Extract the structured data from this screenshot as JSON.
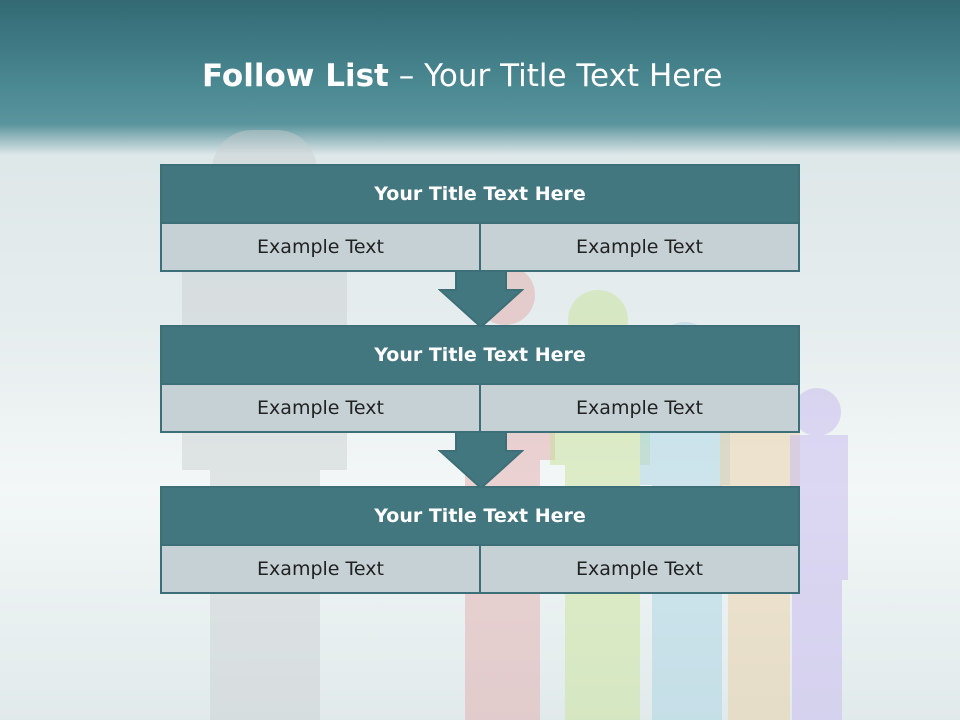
{
  "slide": {
    "title_bold": "Follow List",
    "title_rest": " – Your Title Text Here"
  },
  "blocks": [
    {
      "title": "Your Title Text Here",
      "left_text": "Example Text",
      "right_text": "Example Text"
    },
    {
      "title": "Your Title Text Here",
      "left_text": "Example Text",
      "right_text": "Example Text"
    },
    {
      "title": "Your Title Text Here",
      "left_text": "Example Text",
      "right_text": "Example Text"
    }
  ],
  "colors": {
    "header": "#437780",
    "cell_background": "#c5d1d4",
    "border": "#3c6f77",
    "arrow": "#437780"
  },
  "background_figures": [
    "grey-figure",
    "pink-figure",
    "green-figure",
    "blue-figure",
    "orange-figure",
    "purple-figure"
  ]
}
